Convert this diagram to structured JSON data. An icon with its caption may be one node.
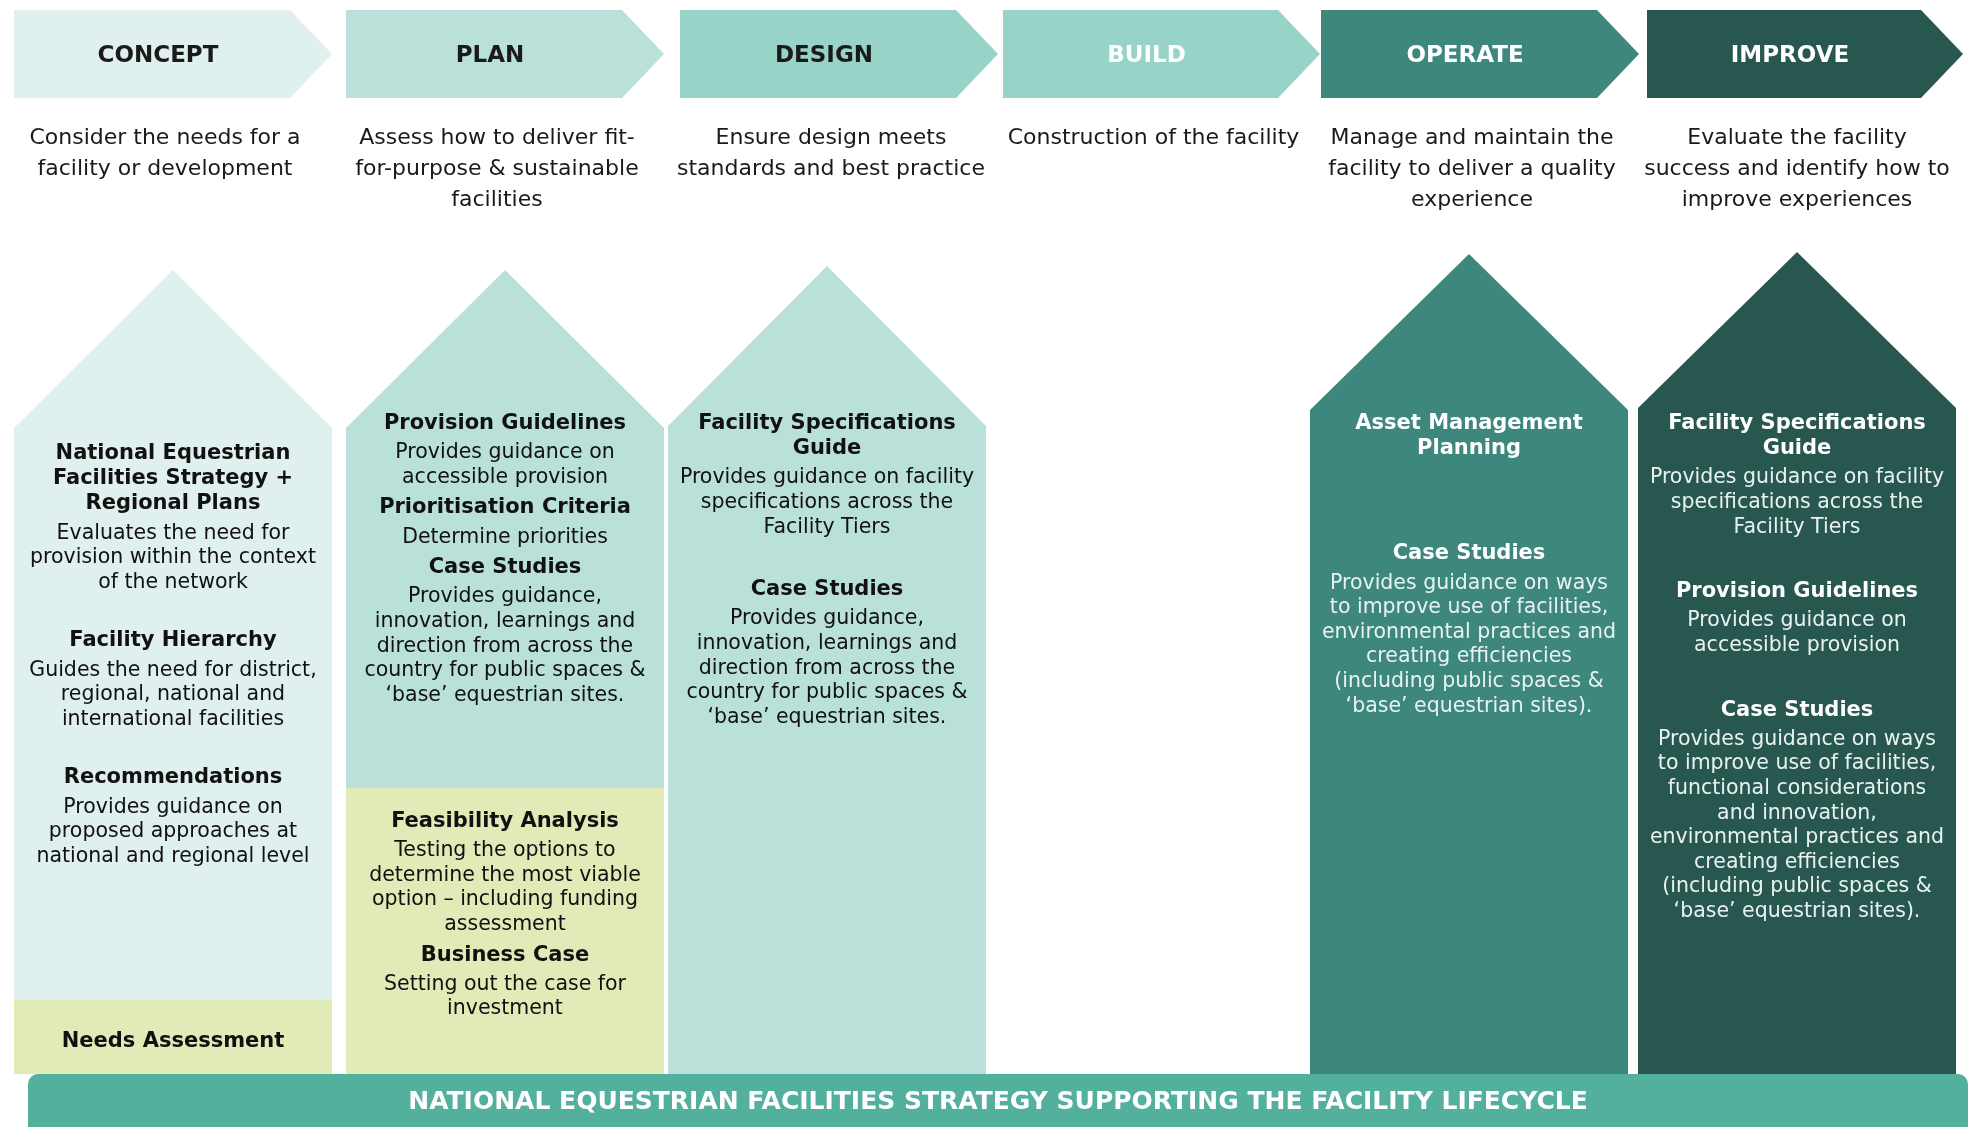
{
  "diagram": {
    "nodes": [
      {
        "text": [
          "CONCEPT"
        ],
        "beside": [
          "Consider the needs for a facility or development"
        ]
      },
      {
        "text": [
          "PLAN"
        ],
        "beside": [
          "Assess how to deliver fit-for-purpose & sustainable facilities"
        ]
      },
      {
        "text": [
          "DESIGN"
        ],
        "beside": [
          "Ensure design meets standards and best practice"
        ]
      },
      {
        "text": [
          "BUILD"
        ],
        "beside": [
          "Construction of the facility"
        ]
      },
      {
        "text": [
          "OPERATE"
        ],
        "beside": [
          "Manage and maintain the facility to deliver a quality experience"
        ]
      },
      {
        "text": [
          "IMPROVE"
        ],
        "beside": [
          "Evaluate the facility success and identify how to improve experiences"
        ]
      },
      {
        "text": [
          "National Equestrian Facilities Strategy + Regional Plans",
          "Evaluates the need for provision within the context of the network",
          "Facility Hierarchy",
          "Guides the need for district, regional, national and international facilities",
          "Recommendations",
          "Provides guidance on proposed approaches at national and regional level"
        ]
      },
      {
        "text": [
          "Needs Assessment"
        ],
        "in": 6
      },
      {
        "text": [
          "Provision Guidelines",
          "Provides guidance on accessible provision",
          "Prioritisation Criteria",
          "Determine priorities",
          "Case Studies",
          "Provides guidance, innovation, learnings and direction from across the country for public spaces & ‘base’ equestrian sites."
        ]
      },
      {
        "text": [
          "Feasibility Analysis",
          "Testing the options to determine the most viable option – including funding assessment",
          "Business Case",
          "Setting out the case for investment"
        ],
        "in": 8
      },
      {
        "text": [
          "Facility Specifications Guide",
          "Provides guidance on facility specifications across the Facility Tiers",
          "Case Studies",
          "Provides guidance, innovation, learnings and direction from across the country for public spaces & ‘base’ equestrian sites."
        ]
      },
      {
        "text": [
          "Asset Management Planning",
          "Case Studies",
          "Provides guidance on ways to improve use of facilities, environmental practices and creating efficiencies (including public spaces & ‘base’ equestrian sites)."
        ]
      },
      {
        "text": [
          "Facility Specifications Guide",
          "Provides guidance on facility specifications across the Facility Tiers",
          "Provision Guidelines",
          "Provides guidance on accessible provision",
          "Case Studies",
          "Provides guidance on ways to improve use of facilities, functional considerations and innovation, environmental practices and creating efficiencies (including public spaces & ‘base’ equestrian sites)."
        ]
      },
      {
        "text": [
          "NATIONAL EQUESTRIAN FACILITIES STRATEGY SUPPORTING THE FACILITY LIFECYCLE"
        ]
      }
    ]
  }
}
